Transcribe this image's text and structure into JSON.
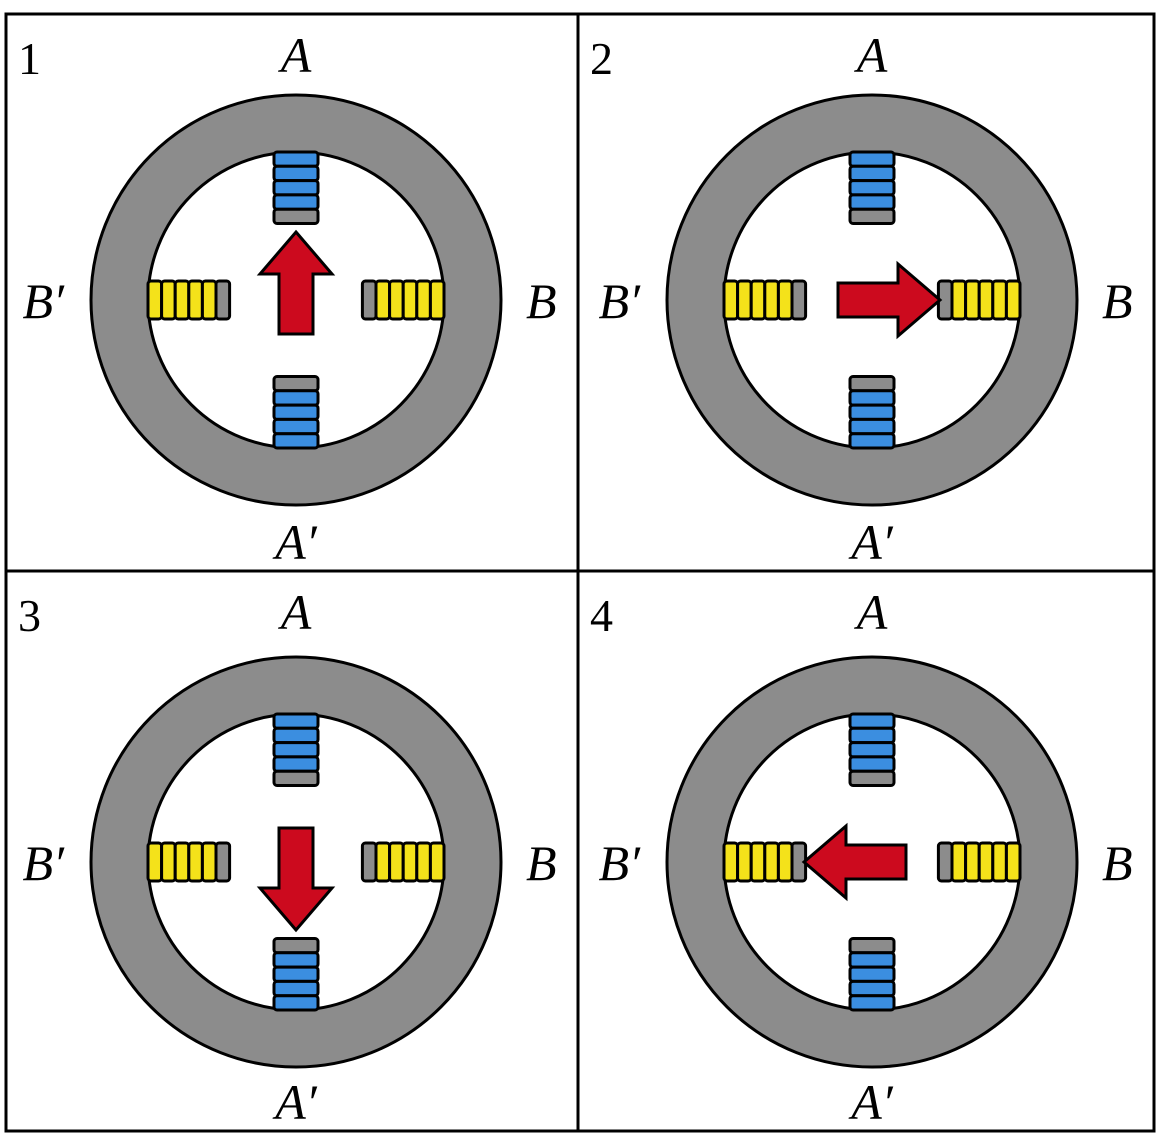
{
  "panels": [
    {
      "number": "1",
      "arrow_direction": "up",
      "labels": {
        "top": "A",
        "bottom": "A′",
        "left": "B′",
        "right": "B"
      }
    },
    {
      "number": "2",
      "arrow_direction": "right",
      "labels": {
        "top": "A",
        "bottom": "A′",
        "left": "B′",
        "right": "B"
      }
    },
    {
      "number": "3",
      "arrow_direction": "down",
      "labels": {
        "top": "A",
        "bottom": "A′",
        "left": "B′",
        "right": "B"
      }
    },
    {
      "number": "4",
      "arrow_direction": "left",
      "labels": {
        "top": "A",
        "bottom": "A′",
        "left": "B′",
        "right": "B"
      }
    }
  ],
  "colors": {
    "stator_ring": "#8c8c8c",
    "coil_a": "#3b8ee0",
    "coil_b": "#f4e21a",
    "pole_tip": "#8c8c8c",
    "arrow": "#cc0a1e",
    "outline": "#000000",
    "background": "#ffffff"
  }
}
